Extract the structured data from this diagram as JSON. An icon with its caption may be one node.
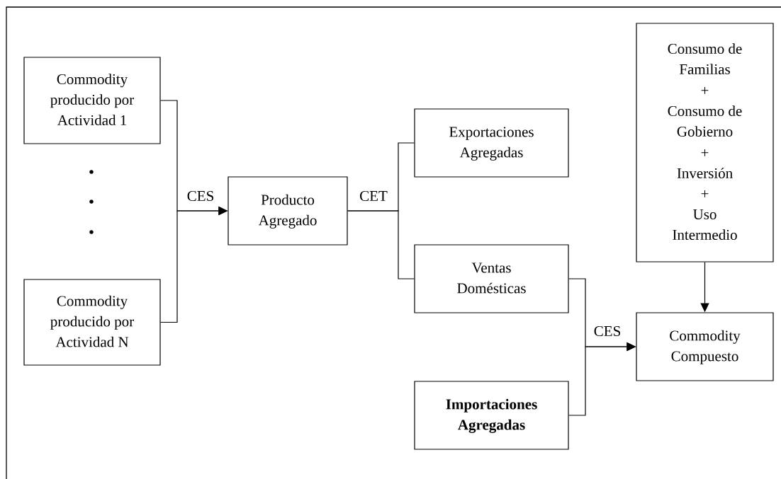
{
  "diagram": {
    "nodes": [
      {
        "text": [
          "Commodity producido por Actividad 1"
        ]
      },
      {
        "text": [
          "Commodity producido por Actividad N"
        ]
      },
      {
        "text": [
          "Producto Agregado"
        ]
      },
      {
        "text": [
          "Exportaciones Agregadas"
        ]
      },
      {
        "text": [
          "Ventas Domésticas"
        ]
      },
      {
        "text": [
          "Importaciones Agregadas"
        ]
      },
      {
        "text": [
          "Consumo de Familias",
          "+",
          "Consumo de Gobierno",
          "+",
          "Inversión",
          "+",
          "Uso Intermedio"
        ]
      },
      {
        "text": [
          "Commodity Compuesto"
        ]
      }
    ],
    "edges": [
      {
        "from": 0,
        "to": 2,
        "arrow": "to",
        "label": "CES"
      },
      {
        "from": 1,
        "to": 2,
        "arrow": "to"
      },
      {
        "from": 2,
        "to": 3,
        "arrow": "none",
        "label": "CET"
      },
      {
        "from": 2,
        "to": 4,
        "arrow": "none"
      },
      {
        "from": 4,
        "to": 7,
        "arrow": "to",
        "label": "CES"
      },
      {
        "from": 5,
        "to": 7,
        "arrow": "to"
      },
      {
        "from": 6,
        "to": 7,
        "arrow": "to"
      }
    ]
  }
}
